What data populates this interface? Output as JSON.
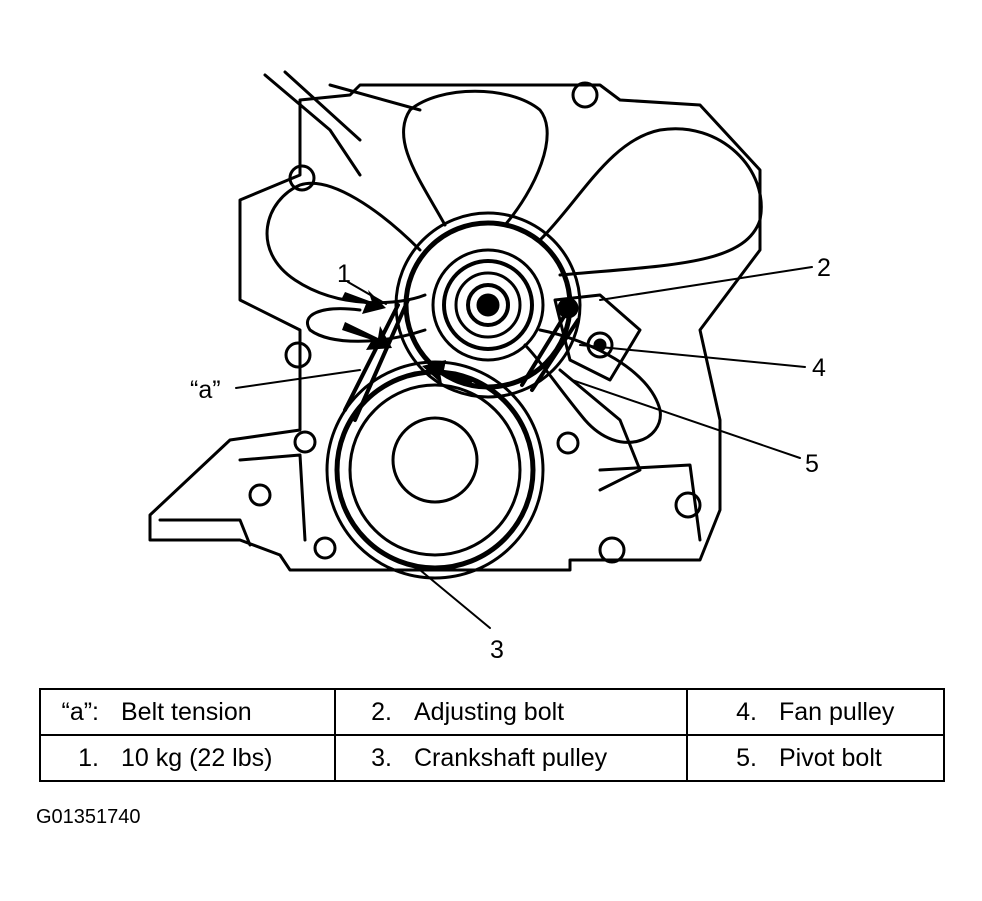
{
  "callouts": {
    "c1": "1",
    "c2": "2",
    "c3": "3",
    "c4": "4",
    "c5": "5",
    "ca": "“a”"
  },
  "legend": {
    "row1": [
      {
        "num": "“a”:",
        "text": "Belt tension"
      },
      {
        "num": "2.",
        "text": "Adjusting bolt"
      },
      {
        "num": "4.",
        "text": "Fan pulley"
      }
    ],
    "row2": [
      {
        "num": "1.",
        "text": "10 kg (22 lbs)"
      },
      {
        "num": "3.",
        "text": "Crankshaft pulley"
      },
      {
        "num": "5.",
        "text": "Pivot bolt"
      }
    ]
  },
  "figure_id": "G01351740"
}
